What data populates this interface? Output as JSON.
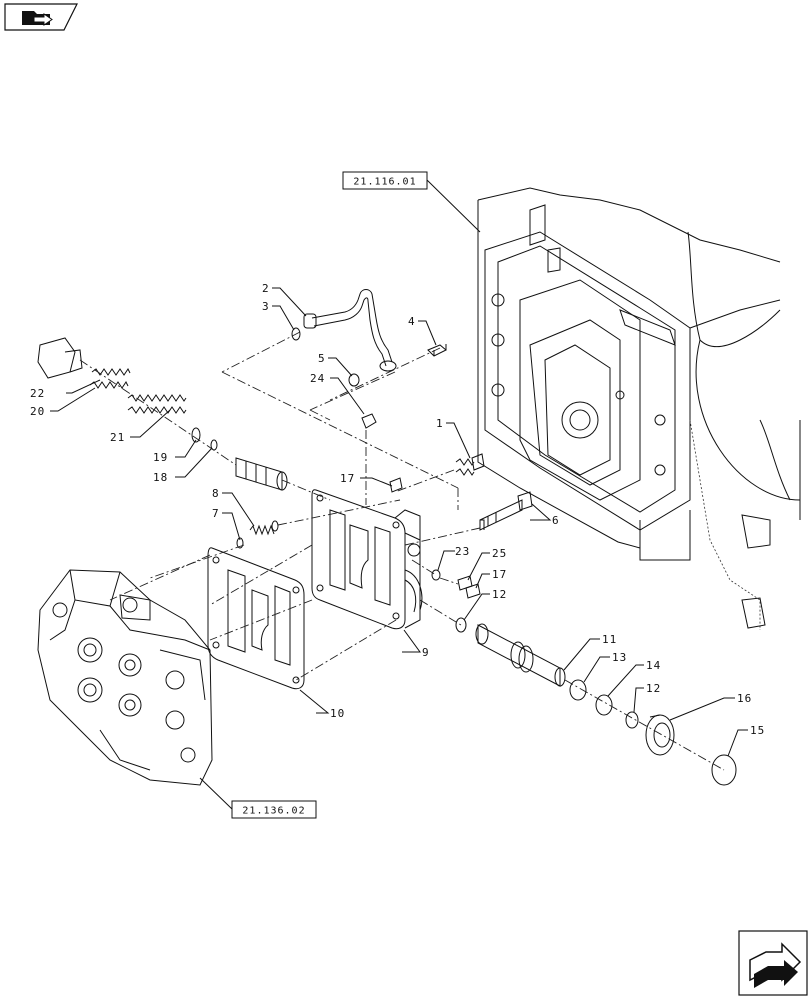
{
  "navigation": {
    "top_left_icon": "folder-arrow-icon",
    "bottom_right_icon": "next-page-arrow-icon"
  },
  "references": {
    "top": "21.116.01",
    "bottom": "21.136.02"
  },
  "callouts": [
    "1",
    "2",
    "3",
    "4",
    "5",
    "6",
    "7",
    "8",
    "9",
    "10",
    "11",
    "12",
    "12",
    "13",
    "14",
    "15",
    "16",
    "17",
    "17",
    "18",
    "19",
    "20",
    "21",
    "22",
    "23",
    "24",
    "25"
  ]
}
